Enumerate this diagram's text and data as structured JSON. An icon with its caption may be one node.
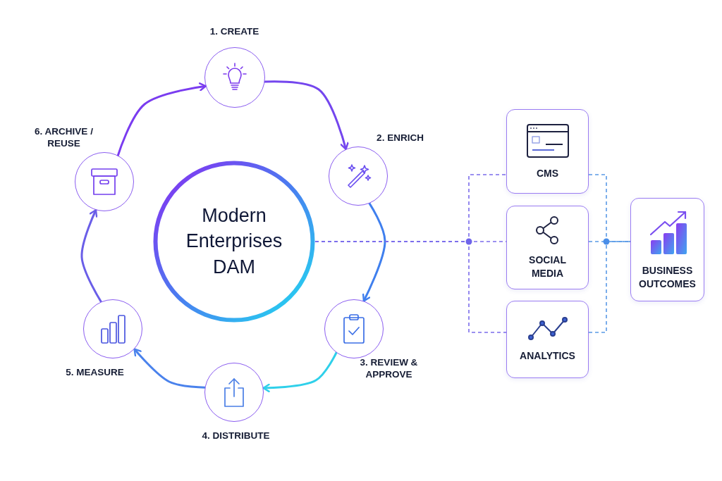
{
  "diagram": {
    "nodes": [
      {
        "text": [
          "Modern Enterprises DAM"
        ]
      },
      {
        "text": [
          "1. CREATE"
        ]
      },
      {
        "text": [
          "2. ENRICH"
        ]
      },
      {
        "text": [
          "3. REVIEW & APPROVE"
        ]
      },
      {
        "text": [
          "4. DISTRIBUTE"
        ]
      },
      {
        "text": [
          "5. MEASURE"
        ]
      },
      {
        "text": [
          "6. ARCHIVE / REUSE"
        ]
      },
      {
        "text": [
          "CMS"
        ]
      },
      {
        "text": [
          "SOCIAL MEDIA"
        ]
      },
      {
        "text": [
          "ANALYTICS"
        ]
      },
      {
        "text": [
          "BUSINESS OUTCOMES"
        ]
      }
    ],
    "edges": [
      {
        "from": 1,
        "to": 2,
        "arrow": "to",
        "color": "#7446ee"
      },
      {
        "from": 2,
        "to": 3,
        "arrow": "to",
        "color": "#3f7fee"
      },
      {
        "from": 3,
        "to": 4,
        "arrow": "to",
        "color": "#2fd0ea"
      },
      {
        "from": 4,
        "to": 5,
        "arrow": "to",
        "color": "#4a82ec"
      },
      {
        "from": 5,
        "to": 6,
        "arrow": "to",
        "color": "#6a5ee8"
      },
      {
        "from": 6,
        "to": 1,
        "arrow": "to",
        "color": "#7a3cf0"
      },
      {
        "from": 0,
        "to": 7,
        "arrow": "none",
        "style": "dashed",
        "color": "#7b6cec"
      },
      {
        "from": 0,
        "to": 8,
        "arrow": "none",
        "style": "dashed",
        "color": "#7b6cec"
      },
      {
        "from": 0,
        "to": 9,
        "arrow": "none",
        "style": "dashed",
        "color": "#7b6cec"
      },
      {
        "from": 7,
        "to": 10,
        "arrow": "none",
        "style": "dashed",
        "color": "#5a9ae6"
      },
      {
        "from": 8,
        "to": 10,
        "arrow": "none",
        "style": "dashed",
        "color": "#5a9ae6"
      },
      {
        "from": 9,
        "to": 10,
        "arrow": "none",
        "style": "dashed",
        "color": "#5a9ae6"
      }
    ]
  }
}
